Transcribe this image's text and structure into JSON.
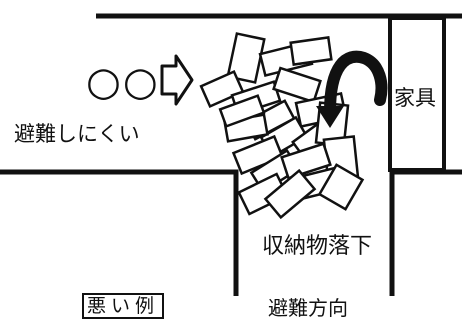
{
  "labels": {
    "circles": "○○",
    "difficult": "避難しにくい",
    "furniture": "家具",
    "falling": "収納物落下",
    "direction": "避難方向",
    "badge": "悪い例"
  },
  "icons": {
    "push_arrow": "hollow-right-arrow",
    "fall_arrow": "curved-down-arrow",
    "debris": "scattered-papers"
  },
  "colors": {
    "ink": "#111111",
    "background": "#ffffff"
  }
}
